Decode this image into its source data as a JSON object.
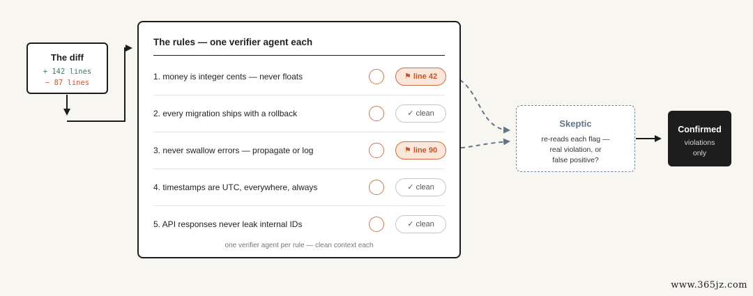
{
  "diff": {
    "title": "The diff",
    "added": "+ 142 lines",
    "removed": "− 87 lines"
  },
  "rules_panel": {
    "title": "The rules — one verifier agent each",
    "rules": [
      {
        "text": "1. money is integer cents — never floats",
        "verdict": "⚑ line 42",
        "status": "flagged"
      },
      {
        "text": "2. every migration ships with a rollback",
        "verdict": "✓ clean",
        "status": "clean"
      },
      {
        "text": "3. never swallow errors — propagate or log",
        "verdict": "⚑ line 90",
        "status": "flagged"
      },
      {
        "text": "4. timestamps are UTC, everywhere, always",
        "verdict": "✓ clean",
        "status": "clean"
      },
      {
        "text": "5. API responses never leak internal IDs",
        "verdict": "✓ clean",
        "status": "clean"
      }
    ],
    "footnote": "one verifier agent per rule — clean context each"
  },
  "skeptic": {
    "title": "Skeptic",
    "lines": [
      "re-reads each flag —",
      "real violation, or",
      "false positive?"
    ]
  },
  "confirmed": {
    "title": "Confirmed",
    "lines": [
      "violations",
      "only"
    ]
  },
  "watermark": "www.365jz.com",
  "colors": {
    "background": "#f8f6f1",
    "flag_accent": "#d26a43",
    "added_green": "#3e7a5b",
    "removed_orange": "#c9562f",
    "skeptic_slate": "#5f7689",
    "confirmed_dark": "#1d1d1d"
  }
}
